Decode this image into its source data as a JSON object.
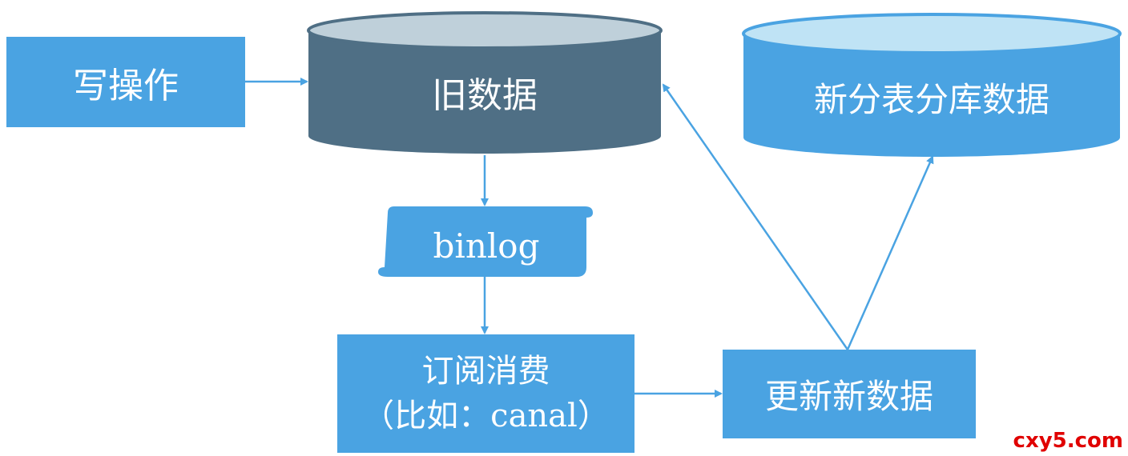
{
  "nodes": {
    "write": "写操作",
    "old_data": "旧数据",
    "new_sharded_data": "新分表分库数据",
    "binlog": "binlog",
    "consume_line1": "订阅消费",
    "consume_line2": "（比如：canal）",
    "update_new": "更新新数据"
  },
  "watermark": "cxy5.com",
  "colors": {
    "box": "#4aa3e2",
    "old_cylinder": "#4f6f85",
    "old_cylinder_top": "#bfd0da",
    "new_cylinder": "#4aa3e2",
    "new_cylinder_top": "#bfe3f5",
    "arrow": "#4aa3e2",
    "watermark": "#e00000"
  }
}
